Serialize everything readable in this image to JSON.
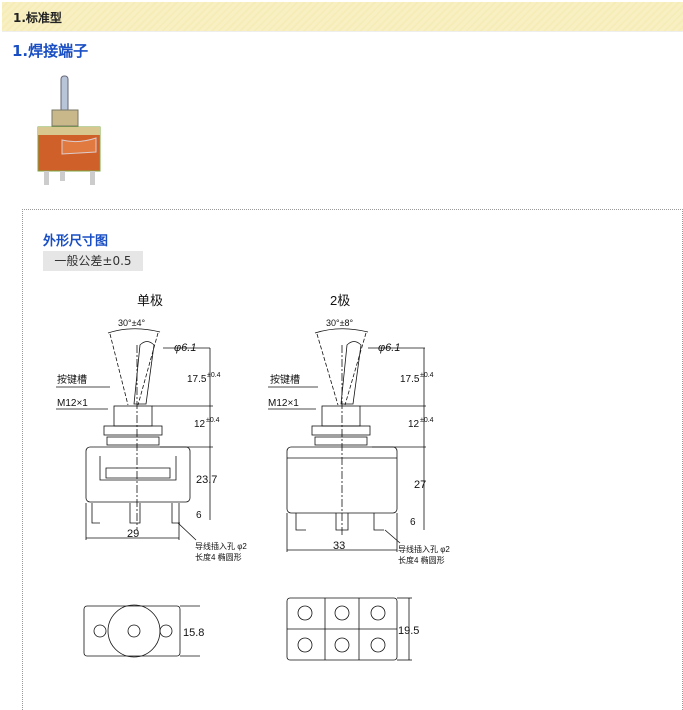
{
  "header": {
    "title": "1.标准型"
  },
  "section": {
    "title": "1.焊接端子"
  },
  "drawing": {
    "title": "外形尺寸图",
    "tolerance": "一般公差±0.5"
  },
  "single": {
    "label": "单极",
    "angle": "30°±4°",
    "dia": "φ6.1",
    "h1": "17.5",
    "h1tol": "±0.4",
    "h2": "12",
    "h2tol": "±0.4",
    "h3": "23.7",
    "h4": "6",
    "width": "29",
    "slot": "按键槽",
    "thread": "M12×1",
    "hole1": "导线插入孔 φ2",
    "hole2": "长度4 椭圆形",
    "depth": "15.8"
  },
  "double": {
    "label": "2极",
    "angle": "30°±8°",
    "dia": "φ6.1",
    "h1": "17.5",
    "h1tol": "±0.4",
    "h2": "12",
    "h2tol": "±0.4",
    "h3": "27",
    "h4": "6",
    "width": "33",
    "slot": "按键槽",
    "thread": "M12×1",
    "hole1": "导线插入孔 φ2",
    "hole2": "长度4 椭圆形",
    "depth": "19.5"
  }
}
